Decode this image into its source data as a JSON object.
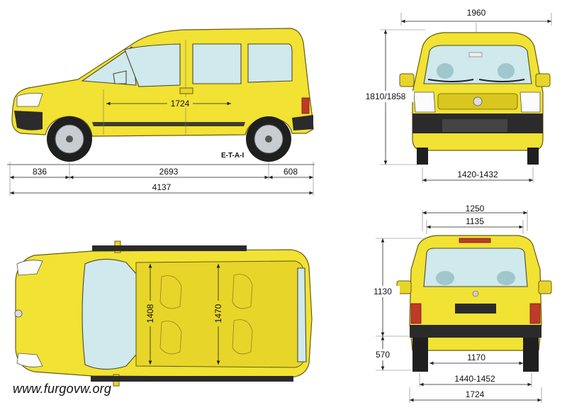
{
  "side_view": {
    "front_overhang": "836",
    "wheelbase": "2693",
    "rear_overhang": "608",
    "overall_length": "4137",
    "interior_length": "1724",
    "body_marking": "E-T-A-I"
  },
  "front_view": {
    "overall_width": "1960",
    "height": "1810/1858",
    "front_track": "1420-1432"
  },
  "top_view": {
    "interior_width_front": "1408",
    "interior_width_rear": "1470"
  },
  "rear_view": {
    "top_width": "1250",
    "opening_width": "1135",
    "opening_height": "1130",
    "load_sill_height": "570",
    "floor_width": "1170",
    "rear_track": "1440-1452",
    "body_width": "1724"
  },
  "watermark": "www.furgovw.org",
  "colors": {
    "body": "#f1e233",
    "glass": "#cfe9ec"
  }
}
